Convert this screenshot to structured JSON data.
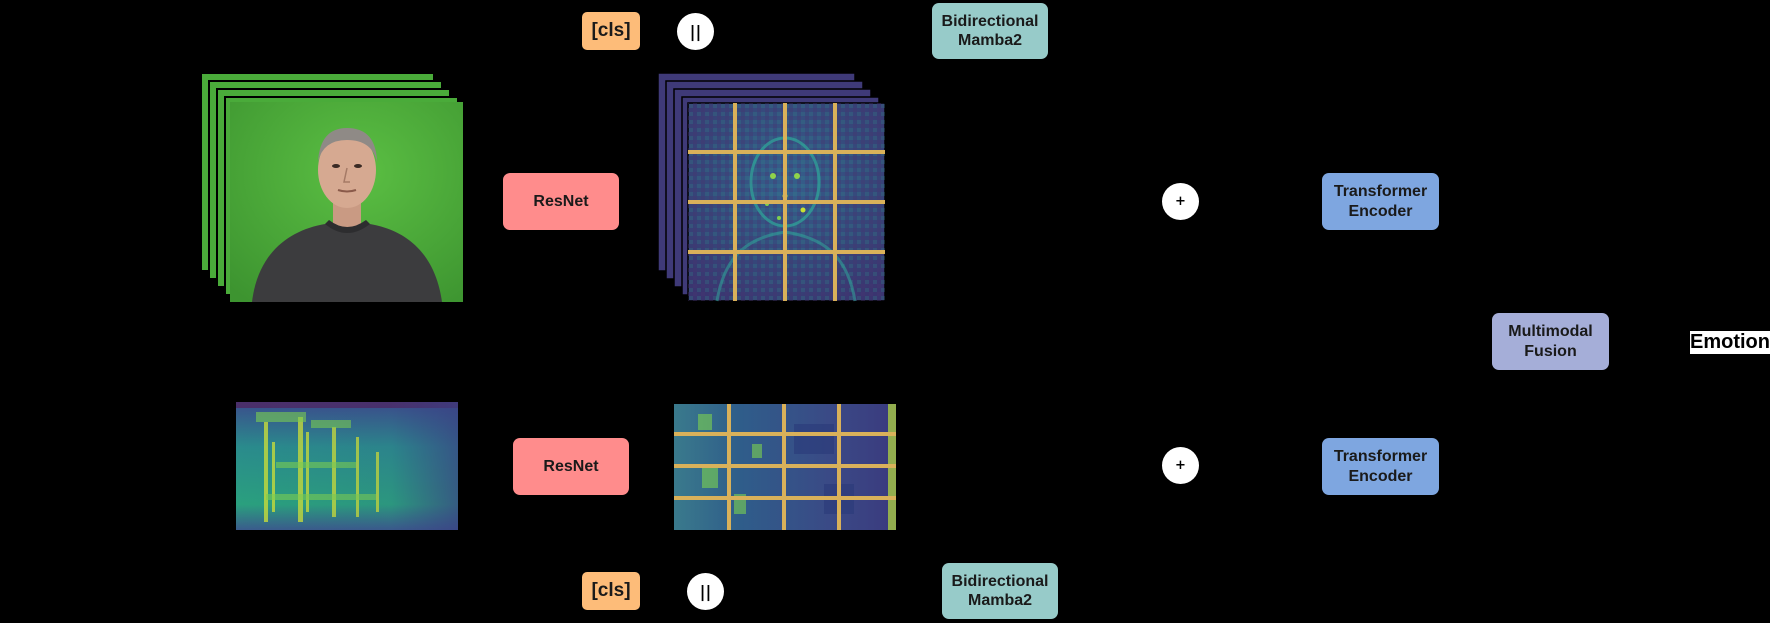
{
  "blocks": {
    "resnet_top": "ResNet",
    "resnet_bottom": "ResNet",
    "mamba_top": "Bidirectional\nMamba2",
    "mamba_bottom": "Bidirectional\nMamba2",
    "transformer_top": "Transformer\nEncoder",
    "transformer_bottom": "Transformer\nEncoder",
    "fusion": "Multimodal\nFusion",
    "emotion": "Emotion"
  },
  "tokens": {
    "cls_top": "[cls]",
    "cls_bottom": "[cls]",
    "concat_top": "||",
    "concat_bottom": "||",
    "plus_top": "+",
    "plus_bottom": "+"
  },
  "colors": {
    "background": "#000000",
    "resnet": "#ff8c8c",
    "mamba": "#97cbc9",
    "transformer": "#7ea6e0",
    "fusion": "#a5aed8",
    "cls": "#fdbc79",
    "grid_lines": "#d9b15a",
    "green_screen": "#4aab3a"
  },
  "icons": {
    "video_frames": "stacked-video-frames-image",
    "face_feature_map": "visual-feature-map-image",
    "spectrogram": "audio-spectrogram-image",
    "audio_feature_map": "audio-feature-map-image"
  }
}
